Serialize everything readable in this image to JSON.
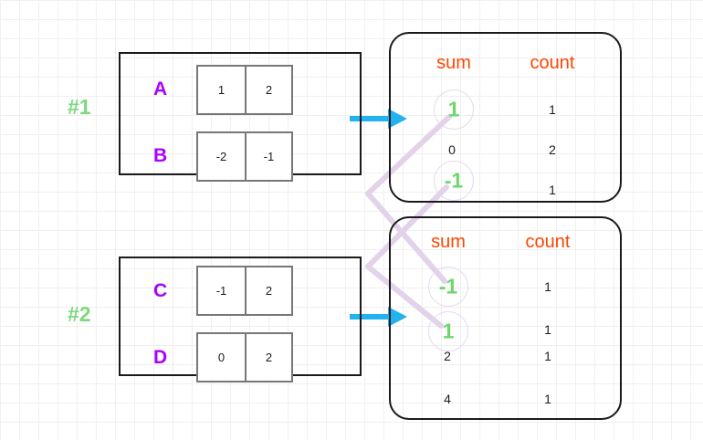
{
  "diagram": {
    "title": "sum/count aggregation shuffle diagram",
    "colors": {
      "header": "#ff4500",
      "group_label": "#7ed87e",
      "row_letter": "#aa00ff",
      "highlight": "#6ed66e",
      "arrow": "#22b2f0",
      "link": "#e0cfe8",
      "panel_border": "#1a1a1a",
      "cell_border": "#777777"
    },
    "groups": [
      {
        "label": "#1",
        "rows": [
          {
            "name": "A",
            "cells": [
              "1",
              "2"
            ]
          },
          {
            "name": "B",
            "cells": [
              "-2",
              "-1"
            ]
          }
        ]
      },
      {
        "label": "#2",
        "rows": [
          {
            "name": "C",
            "cells": [
              "-1",
              "2"
            ]
          },
          {
            "name": "D",
            "cells": [
              "0",
              "2"
            ]
          }
        ]
      }
    ],
    "outputs": [
      {
        "headers": {
          "sum": "sum",
          "count": "count"
        },
        "rows": [
          {
            "sum": "1",
            "count": "1",
            "highlight": true
          },
          {
            "sum": "0",
            "count": "2",
            "highlight": false
          },
          {
            "sum": "-1",
            "count": "1",
            "highlight": true
          }
        ]
      },
      {
        "headers": {
          "sum": "sum",
          "count": "count"
        },
        "rows": [
          {
            "sum": "-1",
            "count": "1",
            "highlight": true
          },
          {
            "sum": "1",
            "count": "1",
            "highlight": true
          },
          {
            "sum": "2",
            "count": "1",
            "highlight": false
          },
          {
            "sum": "4",
            "count": "1",
            "highlight": false
          }
        ]
      }
    ],
    "arrows": [
      {
        "name": "arrow-group1-to-output1"
      },
      {
        "name": "arrow-group2-to-output2"
      }
    ],
    "links": [
      {
        "name": "link-out1-sum1-to-out2-sum-minus1"
      },
      {
        "name": "link-out1-sum-minus1-to-out2-sum1"
      }
    ]
  }
}
